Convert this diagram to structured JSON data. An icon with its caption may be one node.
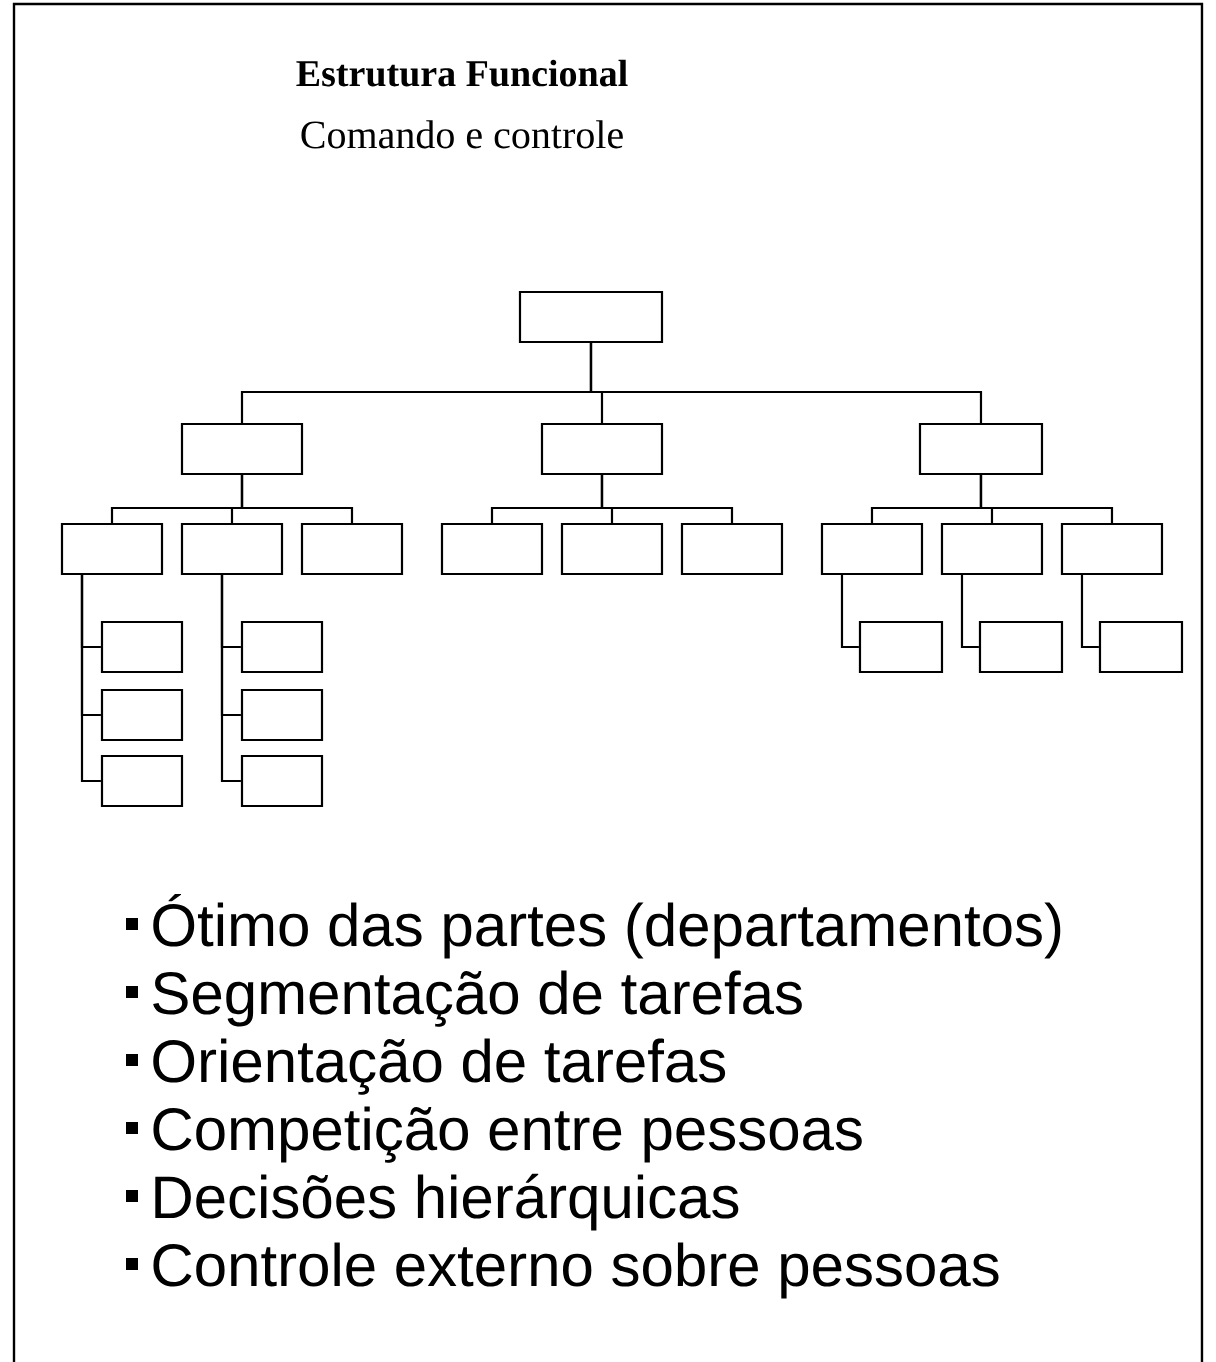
{
  "diagram": {
    "title": "Estrutura Funcional",
    "nodes": [
      {
        "text": [],
        "shape": "box"
      },
      {
        "text": [],
        "shape": "box"
      },
      {
        "text": [],
        "shape": "box"
      },
      {
        "text": [],
        "shape": "box"
      },
      {
        "text": [],
        "shape": "box"
      },
      {
        "text": [],
        "shape": "box"
      },
      {
        "text": [],
        "shape": "box"
      },
      {
        "text": [],
        "shape": "box"
      },
      {
        "text": [],
        "shape": "box"
      },
      {
        "text": [],
        "shape": "box"
      },
      {
        "text": [],
        "shape": "box"
      },
      {
        "text": [],
        "shape": "box"
      },
      {
        "text": [],
        "shape": "box"
      },
      {
        "text": [],
        "shape": "box"
      },
      {
        "text": [],
        "shape": "box"
      },
      {
        "text": [],
        "shape": "box"
      },
      {
        "text": [],
        "shape": "box"
      },
      {
        "text": [],
        "shape": "box"
      },
      {
        "text": [],
        "shape": "box"
      },
      {
        "text": [],
        "shape": "box"
      },
      {
        "text": [],
        "shape": "box"
      },
      {
        "text": [],
        "shape": "box"
      }
    ],
    "edges": [
      {
        "from": 0,
        "to": 1,
        "arrow": "none"
      },
      {
        "from": 0,
        "to": 2,
        "arrow": "none"
      },
      {
        "from": 0,
        "to": 3,
        "arrow": "none"
      },
      {
        "from": 1,
        "to": 4,
        "arrow": "none"
      },
      {
        "from": 1,
        "to": 5,
        "arrow": "none"
      },
      {
        "from": 1,
        "to": 6,
        "arrow": "none"
      },
      {
        "from": 2,
        "to": 7,
        "arrow": "none"
      },
      {
        "from": 2,
        "to": 8,
        "arrow": "none"
      },
      {
        "from": 2,
        "to": 9,
        "arrow": "none"
      },
      {
        "from": 3,
        "to": 10,
        "arrow": "none"
      },
      {
        "from": 3,
        "to": 11,
        "arrow": "none"
      },
      {
        "from": 3,
        "to": 12,
        "arrow": "none"
      },
      {
        "from": 4,
        "to": 13,
        "arrow": "none"
      },
      {
        "from": 4,
        "to": 14,
        "arrow": "none"
      },
      {
        "from": 4,
        "to": 15,
        "arrow": "none"
      },
      {
        "from": 5,
        "to": 16,
        "arrow": "none"
      },
      {
        "from": 5,
        "to": 17,
        "arrow": "none"
      },
      {
        "from": 5,
        "to": 18,
        "arrow": "none"
      },
      {
        "from": 10,
        "to": 19,
        "arrow": "none"
      },
      {
        "from": 11,
        "to": 20,
        "arrow": "none"
      },
      {
        "from": 12,
        "to": 21,
        "arrow": "none"
      }
    ],
    "labels": [
      "Comando e controle",
      "Ótimo das partes (departamentos)",
      "Segmentação de tarefas",
      "Orientação de tarefas",
      "Competição entre pessoas",
      "Decisões hierárquicas",
      "Controle externo sobre pessoas"
    ]
  }
}
